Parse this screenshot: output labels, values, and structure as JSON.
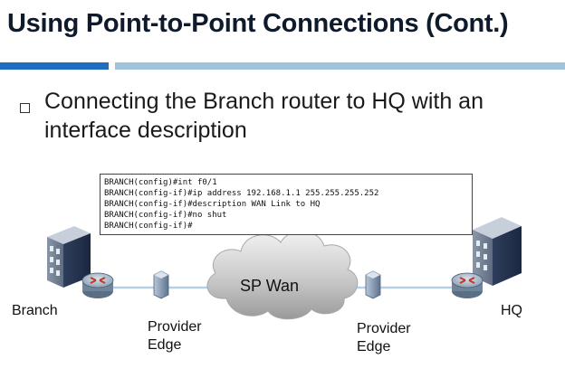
{
  "slide": {
    "title": "Using Point-to-Point Connections (Cont.)",
    "bullet": "Connecting the Branch router to HQ with an interface description"
  },
  "cli": {
    "lines": [
      "BRANCH(config)#int f0/1",
      "BRANCH(config-if)#ip address 192.168.1.1 255.255.255.252",
      "BRANCH(config-if)#description WAN Link to HQ",
      "BRANCH(config-if)#no shut",
      "BRANCH(config-if)#"
    ]
  },
  "diagram": {
    "cloud_label": "SP Wan",
    "branch_label": "Branch",
    "hq_label": "HQ",
    "provider_edge_left": [
      "Provider",
      "Edge"
    ],
    "provider_edge_right": [
      "Provider",
      "Edge"
    ],
    "icons": [
      "building-icon",
      "router-icon",
      "edge-device-icon",
      "cloud-icon"
    ]
  },
  "colors": {
    "accent_dark": "#1e6fc0",
    "accent_light": "#9fc4da",
    "title": "#0f1a2a",
    "link": "#b7cfe0"
  }
}
